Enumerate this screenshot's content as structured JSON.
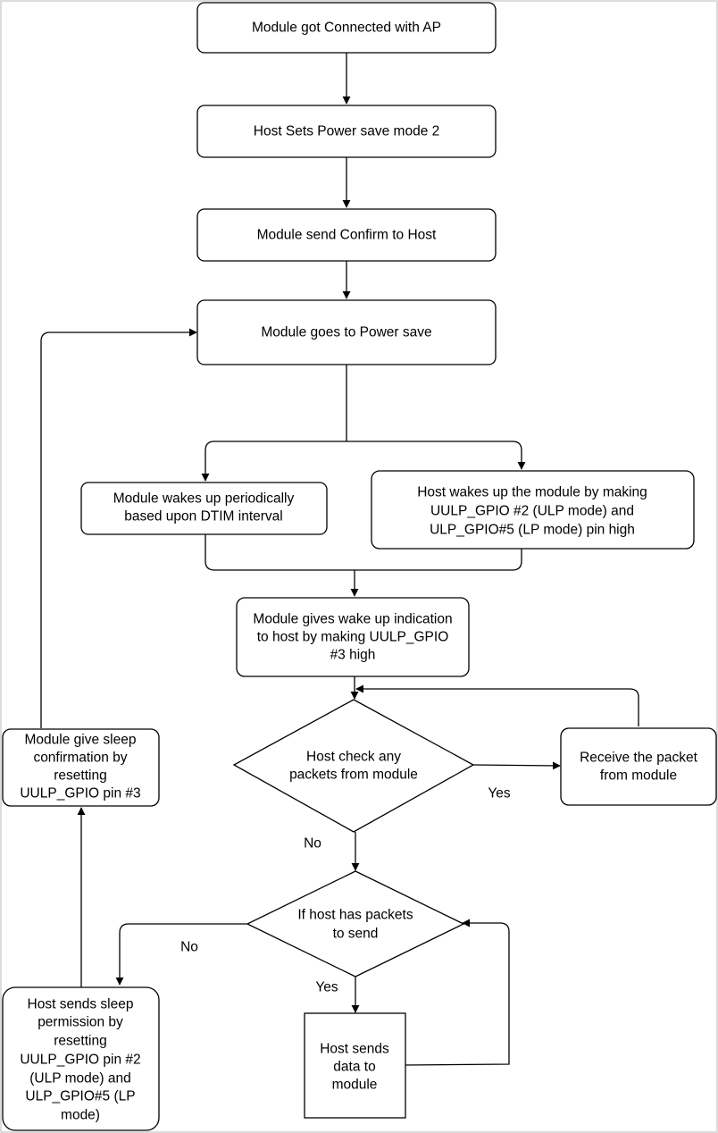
{
  "nodes": {
    "connected": "Module got Connected with AP",
    "set_ps": "Host Sets Power save mode 2",
    "confirm": "Module send Confirm to Host",
    "goes_ps": "Module goes to Power save",
    "wake_periodic": [
      "Module wakes up periodically",
      "based upon DTIM interval"
    ],
    "host_wakes": [
      "Host wakes up the module by making",
      "UULP_GPIO #2 (ULP mode) and",
      "ULP_GPIO#5 (LP mode) pin high"
    ],
    "wake_indication": [
      "Module gives wake up indication",
      "to host by making UULP_GPIO",
      "#3 high"
    ],
    "check_packets": [
      "Host check any",
      "packets from module"
    ],
    "receive_packet": [
      "Receive the packet",
      "from module"
    ],
    "sleep_confirm": [
      "Module give sleep",
      "confirmation by",
      "resetting",
      "UULP_GPIO pin #3"
    ],
    "has_packets": [
      "If host has packets",
      "to send"
    ],
    "sleep_permission": [
      "Host sends sleep",
      "permission by",
      "resetting",
      "UULP_GPIO pin #2",
      "(ULP mode) and",
      "ULP_GPIO#5 (LP",
      "mode)"
    ],
    "send_data": [
      "Host sends",
      "data to",
      "module"
    ]
  },
  "edge_labels": {
    "check_yes": "Yes",
    "check_no": "No",
    "has_no": "No",
    "has_yes": "Yes"
  }
}
